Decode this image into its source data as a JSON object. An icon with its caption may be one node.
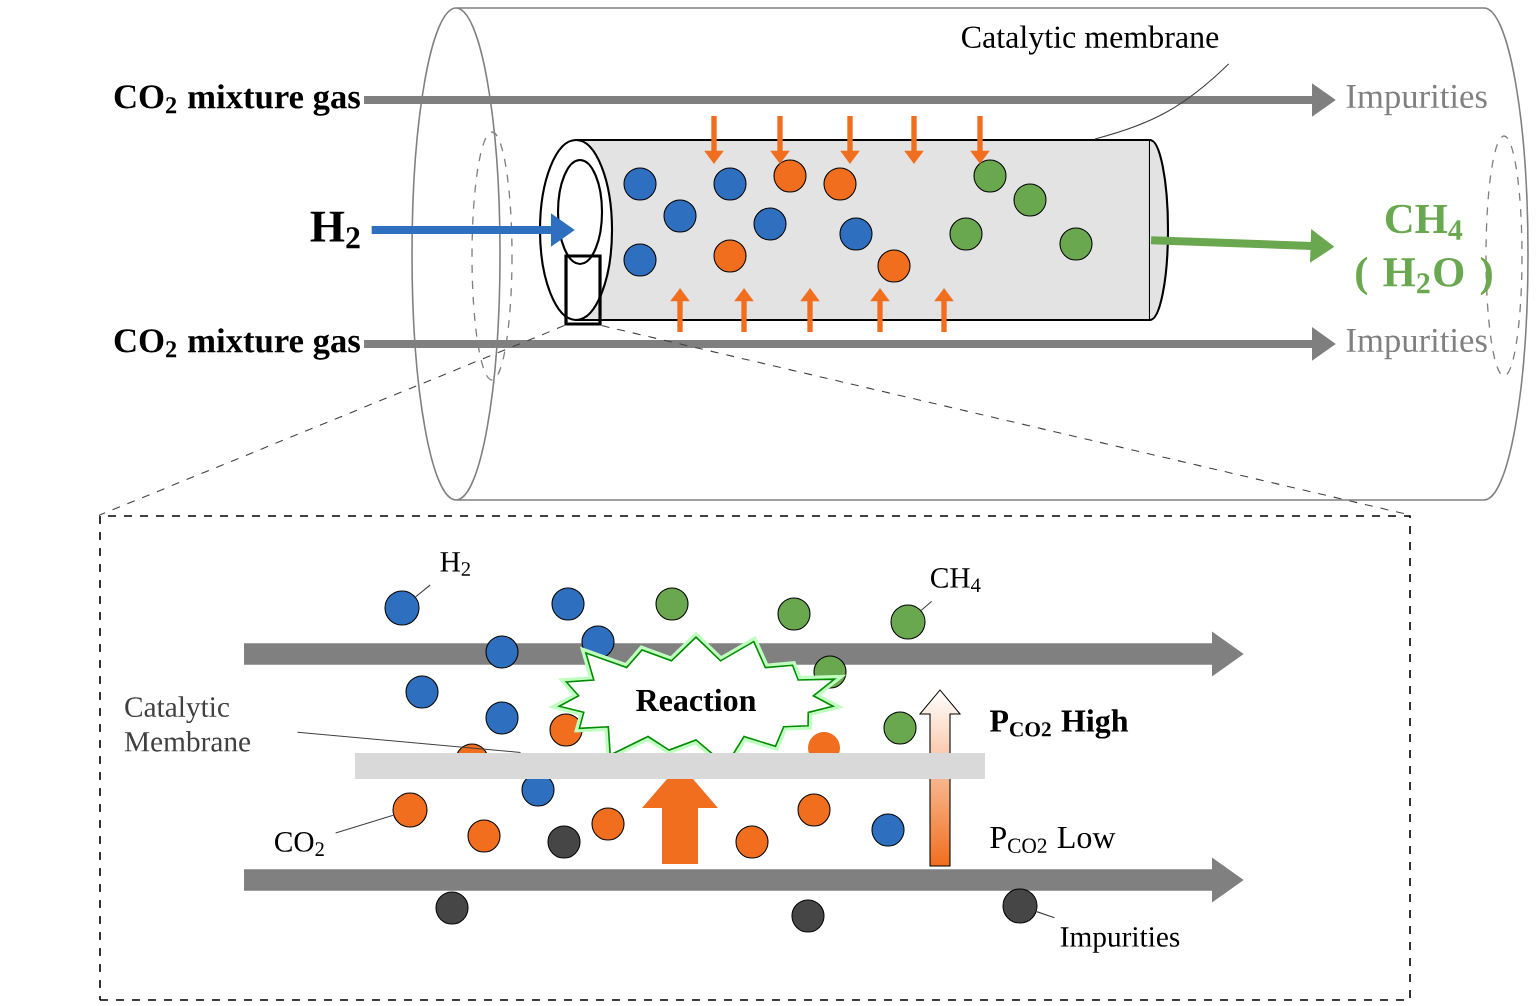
{
  "diagram": {
    "nodes": [
      {
        "text": [
          "CO$_{2}$ mixture gas"
        ]
      },
      {
        "text": [
          "Impurities"
        ]
      },
      {
        "text": [
          "CO$_{2}$ mixture gas"
        ]
      },
      {
        "text": [
          "Impurities"
        ]
      },
      {
        "text": [
          "H$_{2}$"
        ]
      },
      {
        "text": [
          "Catalytic membrane"
        ]
      },
      {
        "text": [],
        "shape": "cylinder"
      },
      {
        "text": [
          "CH$_{4}$",
          "( H$_{2}$O )"
        ]
      },
      {
        "text": [],
        "shape": "box"
      },
      {
        "text": [
          "Reaction"
        ],
        "in": 8
      },
      {
        "text": [
          "H$_{2}$"
        ],
        "in": 8
      },
      {
        "text": [],
        "shape": "circle",
        "in": 8
      },
      {
        "text": [
          "CH$_{4}$"
        ],
        "in": 8
      },
      {
        "text": [],
        "shape": "circle",
        "in": 8
      },
      {
        "text": [
          "Catalytic Membrane"
        ],
        "in": 8
      },
      {
        "text": [],
        "shape": "bar",
        "in": 8
      },
      {
        "text": [
          "CO$_{2}$"
        ],
        "in": 8
      },
      {
        "text": [],
        "shape": "circle",
        "in": 8
      },
      {
        "text": [
          "Impurities"
        ],
        "in": 8
      },
      {
        "text": [],
        "shape": "circle",
        "in": 8
      },
      {
        "text": [],
        "shape": "box"
      }
    ],
    "edges": [
      {
        "from": 0,
        "to": 1,
        "arrow": "to",
        "style": "thick",
        "color": "#7f7f7f"
      },
      {
        "from": 2,
        "to": 3,
        "arrow": "to",
        "style": "thick",
        "color": "#7f7f7f"
      },
      {
        "from": 4,
        "to": 6,
        "arrow": "to",
        "style": "thick",
        "color": "#2e6fc0"
      },
      {
        "from": 6,
        "to": 7,
        "arrow": "to",
        "style": "thick",
        "color": "#6aa84f"
      },
      {
        "from": 5,
        "to": 6,
        "arrow": "none"
      },
      {
        "from": 10,
        "to": 11,
        "arrow": "none"
      },
      {
        "from": 12,
        "to": 13,
        "arrow": "none"
      },
      {
        "from": 14,
        "to": 15,
        "arrow": "none"
      },
      {
        "from": 16,
        "to": 17,
        "arrow": "none"
      },
      {
        "from": 18,
        "to": 19,
        "arrow": "none"
      },
      {
        "from": 20,
        "to": 8,
        "arrow": "none",
        "style": "dashed"
      },
      {
        "from": 20,
        "to": 8,
        "arrow": "none",
        "style": "dashed"
      }
    ],
    "labels": [
      "P$_{CO2}$ High",
      "P$_{CO2}$ Low"
    ]
  }
}
